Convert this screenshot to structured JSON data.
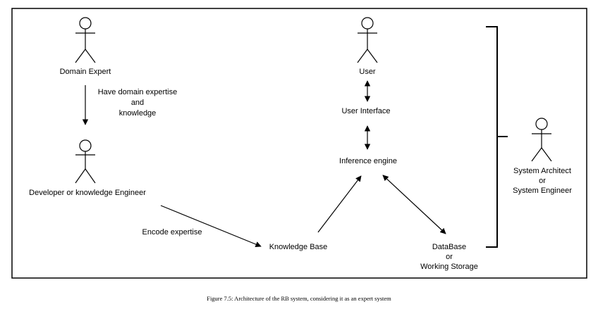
{
  "diagram": {
    "actors": {
      "domain_expert": "Domain Expert",
      "developer": "Developer or knowledge Engineer",
      "user": "User",
      "architect_line1": "System Architect",
      "architect_line2": "or",
      "architect_line3": "System Engineer"
    },
    "nodes": {
      "user_interface": "User Interface",
      "inference_engine": "Inference engine",
      "knowledge_base": "Knowledge Base",
      "database_line1": "DataBase",
      "database_line2": "or",
      "database_line3": "Working Storage"
    },
    "edge_labels": {
      "expertise_line1": "Have domain expertise",
      "expertise_line2": "and",
      "expertise_line3": "knowledge",
      "encode": "Encode expertise"
    }
  },
  "caption": "Figure 7.5: Architecture of the RB system, considering it as an expert system"
}
